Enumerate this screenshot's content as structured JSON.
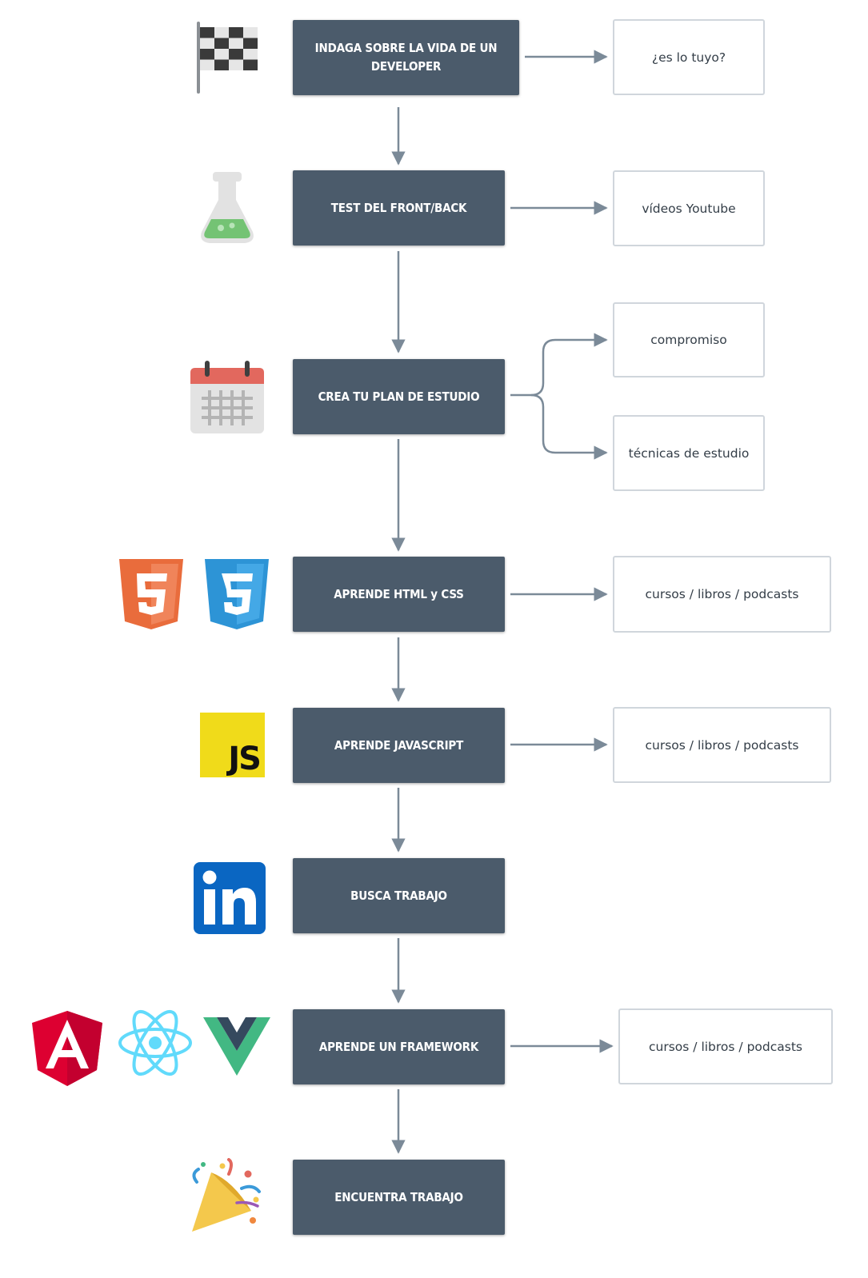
{
  "steps": [
    {
      "label": "INDAGA SOBRE LA VIDA DE UN DEVELOPER",
      "icon": "checkered-flag-icon"
    },
    {
      "label": "TEST DEL FRONT/BACK",
      "icon": "flask-icon"
    },
    {
      "label": "CREA TU PLAN DE ESTUDIO",
      "icon": "calendar-icon"
    },
    {
      "label": "APRENDE HTML y CSS",
      "icon": [
        "html5-icon",
        "css3-icon"
      ]
    },
    {
      "label": "APRENDE JAVASCRIPT",
      "icon": "javascript-icon"
    },
    {
      "label": "BUSCA TRABAJO",
      "icon": "linkedin-icon"
    },
    {
      "label": "APRENDE UN FRAMEWORK",
      "icon": [
        "angular-icon",
        "react-icon",
        "vue-icon"
      ]
    },
    {
      "label": "ENCUENTRA TRABAJO",
      "icon": "party-popper-icon"
    }
  ],
  "notes": [
    {
      "step": 0,
      "text": "¿es lo tuyo?"
    },
    {
      "step": 1,
      "text": "vídeos Youtube"
    },
    {
      "step": 2,
      "text": "compromiso"
    },
    {
      "step": 2,
      "text": "técnicas de estudio"
    },
    {
      "step": 3,
      "text": "cursos / libros / podcasts"
    },
    {
      "step": 4,
      "text": "cursos / libros / podcasts"
    },
    {
      "step": 6,
      "text": "cursos / libros / podcasts"
    }
  ],
  "icon_text": {
    "js": "JS"
  },
  "colors": {
    "step_bg": "#4b5b6b",
    "step_text": "#ffffff",
    "arrow": "#7b8a98",
    "note_border": "#d0d6dc",
    "note_text": "#333d47",
    "html5": "#e96c3c",
    "css3": "#2d94d6",
    "javascript": "#f0db1a",
    "linkedin": "#0a66c2",
    "angular": "#dd0031",
    "react": "#61dafb",
    "vue_green": "#42b883",
    "vue_dark": "#35495e"
  }
}
